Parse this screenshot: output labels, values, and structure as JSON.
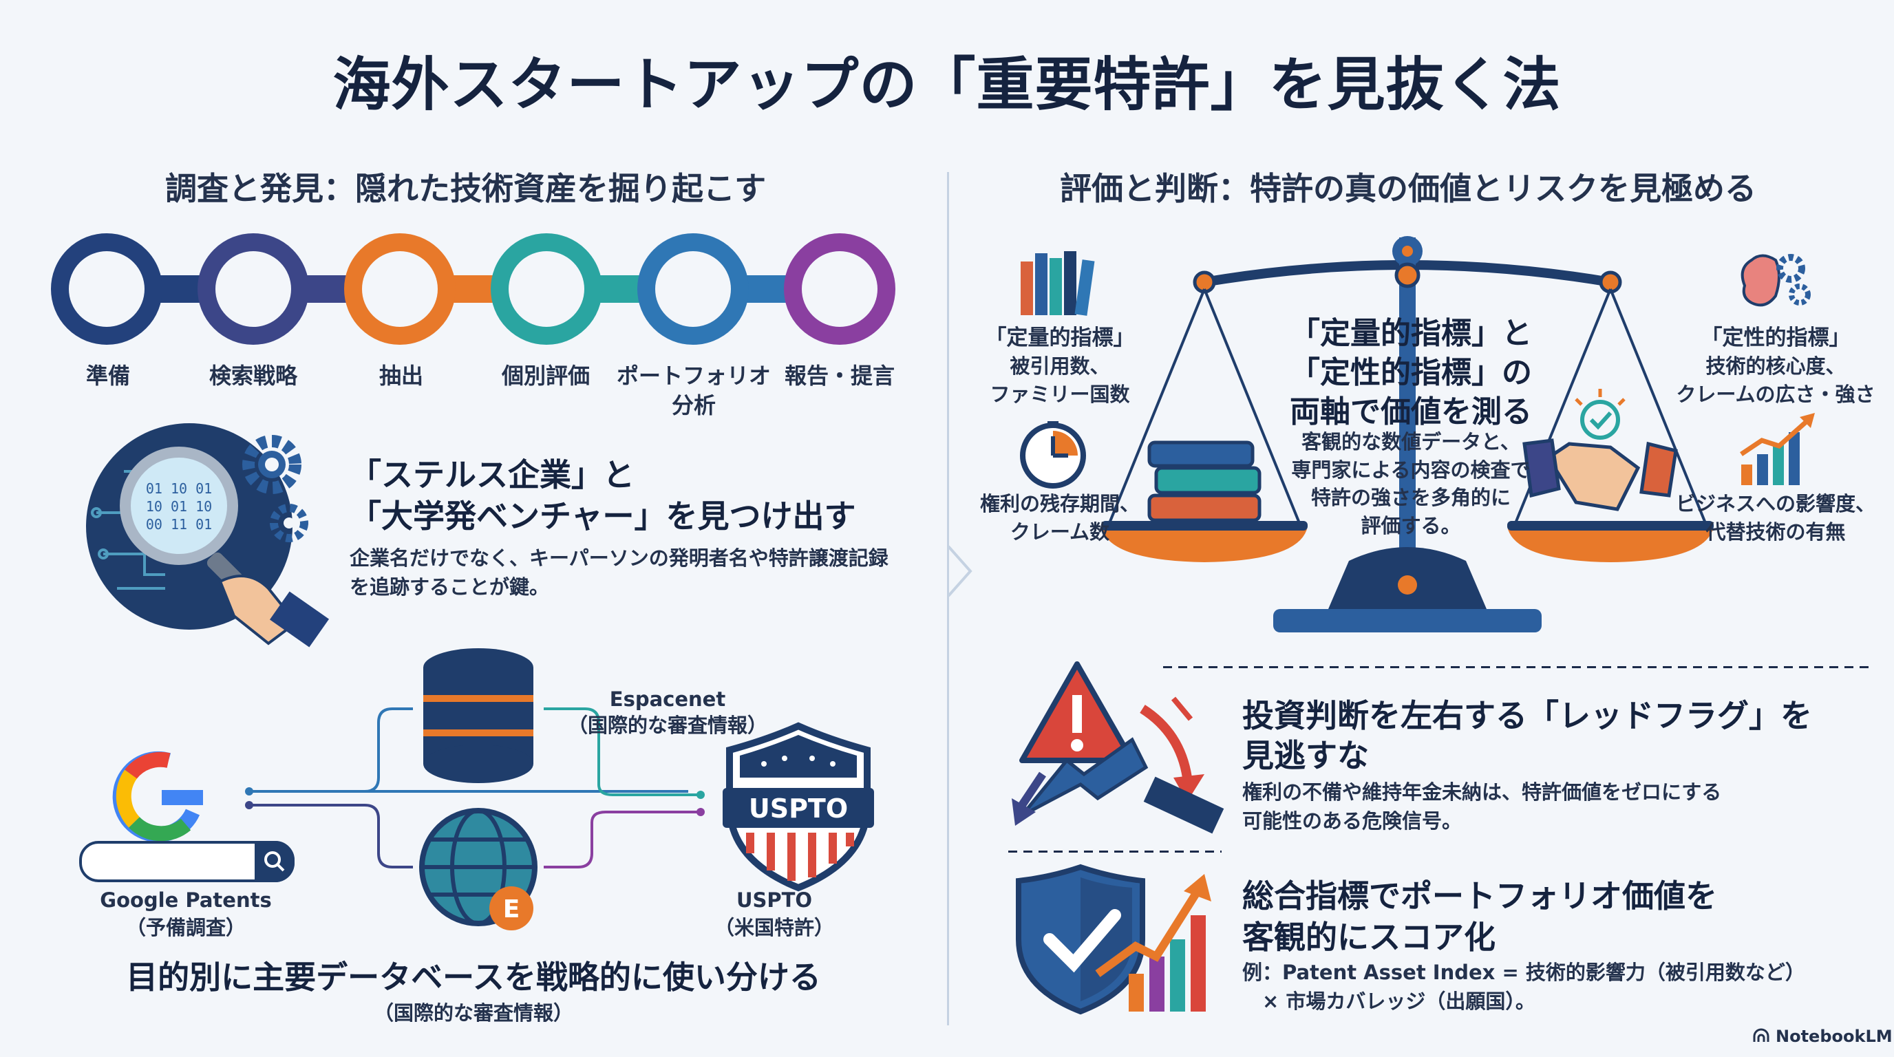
{
  "title": "海外スタートアップの「重要特許」を見抜く法",
  "left": {
    "heading": "調査と発見：隠れた技術資産を掘り起こす",
    "steps": [
      "準備",
      "検索戦略",
      "抽出",
      "個別評価",
      "ポートフォリオ\n分析",
      "報告・提言"
    ],
    "step_colors": [
      "#23417c",
      "#3c4688",
      "#e8792a",
      "#2aa5a1",
      "#2f77b5",
      "#8a3fa0"
    ],
    "stealth": {
      "head_line1": "「ステルス企業」と",
      "head_line2": "「大学発ベンチャー」を見つけ出す",
      "body": "企業名だけでなく、キーパーソンの発明者名や特許譲渡記録を追跡することが鍵。"
    },
    "databases": {
      "google_label": "Google Patents",
      "google_sub": "（予備調査）",
      "espacenet_label": "Espacenet",
      "espacenet_sub": "（国際的な審査情報）",
      "uspto_badge": "USPTO",
      "uspto_label": "USPTO",
      "uspto_sub": "（米国特許）",
      "e_badge": "E",
      "footer_head": "目的別に主要データベースを戦略的に使い分ける",
      "footer_sub": "（国際的な審査情報）"
    }
  },
  "right": {
    "heading": "評価と判断：特許の真の価値とリスクを見極める",
    "quant": {
      "head": "「定量的指標」",
      "body": "被引用数、\nファミリー国数",
      "time_label": "権利の残存期間、\nクレーム数"
    },
    "qual": {
      "head": "「定性的指標」",
      "body": "技術的核心度、\nクレームの広さ・強さ",
      "impact_label": "ビジネスへの影響度、\n代替技術の有無"
    },
    "center": {
      "head": "「定量的指標」と\n「定性的指標」の\n両軸で価値を測る",
      "body": "客観的な数値データと、\n専門家による内容の検査で\n特許の強さを多角的に\n評価する。"
    },
    "redflag": {
      "head_line1": "投資判断を左右する「レッドフラグ」を",
      "head_line2": "見逃すな",
      "body": "権利の不備や維持年金未納は、特許価値をゼロにする\n可能性のある危険信号。"
    },
    "score": {
      "head_line1": "総合指標でポートフォリオ価値を",
      "head_line2": "客観的にスコア化",
      "body": "例：Patent Asset Index = 技術的影響力（被引用数など）\n　× 市場カバレッジ（出願国）。"
    }
  },
  "brand": "NotebookLM"
}
